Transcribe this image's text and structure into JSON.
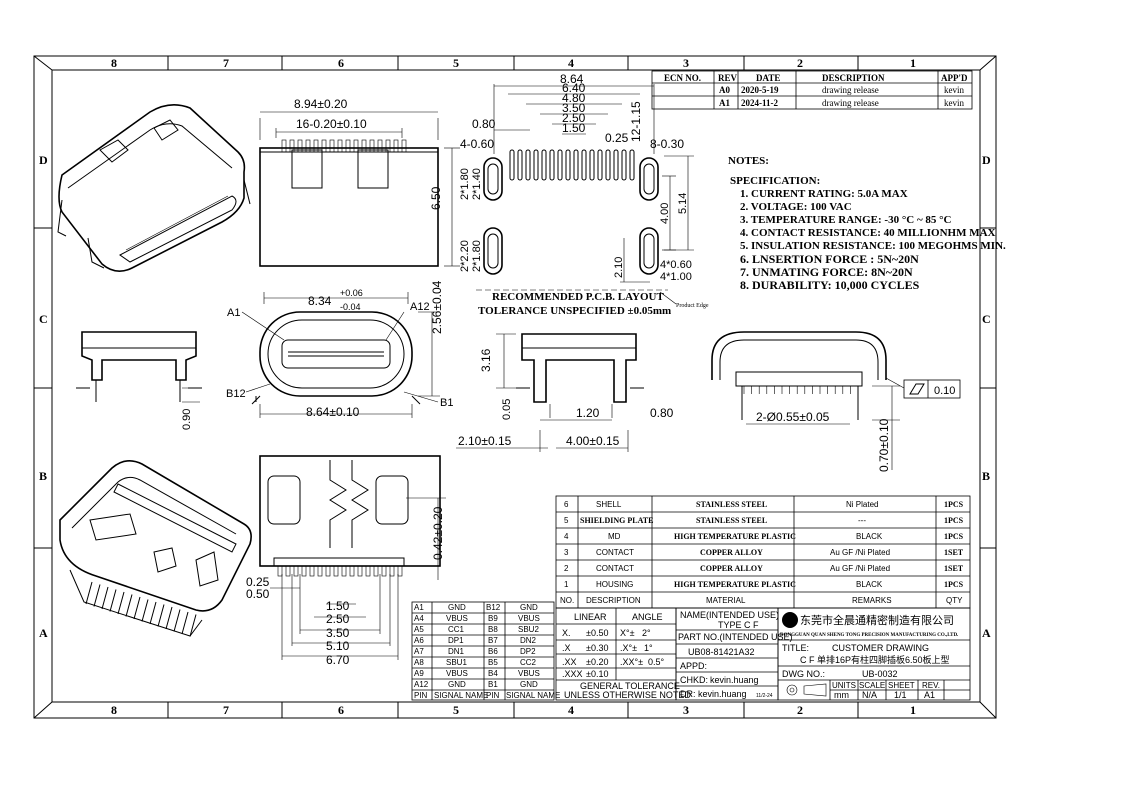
{
  "frame": {
    "columns": [
      "8",
      "7",
      "6",
      "5",
      "4",
      "3",
      "2",
      "1"
    ],
    "rows": [
      "D",
      "C",
      "B",
      "A"
    ]
  },
  "revisions": {
    "headers": [
      "ECN NO.",
      "REV",
      "DATE",
      "DESCRIPTION",
      "APP'D"
    ],
    "rows": [
      {
        "ecn": "",
        "rev": "A0",
        "date": "2020-5-19",
        "desc": "drawing release",
        "app": "kevin"
      },
      {
        "ecn": "",
        "rev": "A1",
        "date": "2024-11-2",
        "desc": "drawing release",
        "app": "kevin"
      }
    ]
  },
  "notes": {
    "title": "NOTES:",
    "subtitle": "SPECIFICATION:",
    "items": [
      "1. CURRENT RATING: 5.0A MAX",
      "2. VOLTAGE: 100 VAC",
      "3. TEMPERATURE RANGE: -30 °C ~ 85 °C",
      "4. CONTACT RESISTANCE: 40 MILLIONHM MAX",
      "5. INSULATION RESISTANCE: 100 MEGOHMS MIN.",
      "6. LNSERTION FORCE : 5N~20N",
      "7. UNMATING FORCE: 8N~20N",
      "8. DURABILITY:    10,000 CYCLES"
    ]
  },
  "pcb": {
    "title": "RECOMMENDED   P.C.B. LAYOUT",
    "tolerance": "TOLERANCE UNSPECIFIED ±0.05mm",
    "edge": "Product Edge",
    "dims": {
      "d864": "8.64",
      "d640": "6.40",
      "d480": "4.80",
      "d350": "3.50",
      "d250": "2.50",
      "d150": "1.50",
      "d080": "0.80",
      "d025": "0.25",
      "d115": "12-1.15",
      "d460": "4-0.60",
      "d830": "8-0.30",
      "d180a": "2*1.80",
      "d140": "2*1.40",
      "d220": "2*2.20",
      "d180b": "2*1.80",
      "d400": "4.00",
      "d514": "5.14",
      "d210": "2.10",
      "d460b": "4*0.60",
      "d4100": "4*1.00"
    }
  },
  "views": {
    "top": {
      "w": "8.94±0.20",
      "w2": "16-0.20±0.10",
      "h": "6.50"
    },
    "front": {
      "w": "8.34",
      "tol_up": "+0.06",
      "tol_dn": "-0.04",
      "bottom": "8.64±0.10",
      "h": "2.56±0.04",
      "a1": "A1",
      "a12": "A12",
      "b12": "B12",
      "b1": "B1"
    },
    "side": {
      "d090": "0.90"
    },
    "lower": {
      "h316": "3.16",
      "d005": "0.05",
      "d120": "1.20",
      "d080": "0.80",
      "d210": "2.10±0.15",
      "d400": "4.00±0.15"
    },
    "shell": {
      "pins": "2-Ø0.55±0.05",
      "h": "0.70±0.10",
      "flat": "0.10"
    },
    "bottomview": {
      "h042": "0.42±0.20",
      "d025": "0.25",
      "d050": "0.50",
      "d150": "1.50",
      "d250": "2.50",
      "d350": "3.50",
      "d510": "5.10",
      "d670": "6.70"
    }
  },
  "pins": {
    "headers": [
      "PIN",
      "SIGNAL NAME",
      "PIN",
      "SIGNAL NAME"
    ],
    "rows": [
      [
        "A1",
        "GND",
        "B12",
        "GND"
      ],
      [
        "A4",
        "VBUS",
        "B9",
        "VBUS"
      ],
      [
        "A5",
        "CC1",
        "B8",
        "SBU2"
      ],
      [
        "A6",
        "DP1",
        "B7",
        "DN2"
      ],
      [
        "A7",
        "DN1",
        "B6",
        "DP2"
      ],
      [
        "A8",
        "SBU1",
        "B5",
        "CC2"
      ],
      [
        "A9",
        "VBUS",
        "B4",
        "VBUS"
      ],
      [
        "A12",
        "GND",
        "B1",
        "GND"
      ]
    ]
  },
  "tolerance": {
    "headers": [
      "LINEAR",
      "ANGLE"
    ],
    "rows": [
      [
        "X.",
        "±0.50",
        "X°±",
        "2°"
      ],
      [
        ".X",
        "±0.30",
        ".X°±",
        "1°"
      ],
      [
        ".XX",
        "±0.20",
        ".XX°±",
        "0.5°"
      ],
      [
        ".XXX",
        "±0.10",
        "",
        ""
      ]
    ],
    "footer1": "GENERAL TOLERANCE",
    "footer2": "UNLESS OTHERWISE NOTED"
  },
  "bom": {
    "headers": [
      "NO.",
      "DESCRIPTION",
      "MATERIAL",
      "REMARKS",
      "QTY"
    ],
    "rows": [
      [
        "6",
        "SHELL",
        "STAINLESS STEEL",
        "Ni Plated",
        "1PCS"
      ],
      [
        "5",
        "SHIELDING PLATE",
        "STAINLESS STEEL",
        "---",
        "1PCS"
      ],
      [
        "4",
        "MD",
        "HIGH TEMPERATURE PLASTIC",
        "BLACK",
        "1PCS"
      ],
      [
        "3",
        "CONTACT",
        "COPPER ALLOY",
        "Au GF /Ni Plated",
        "1SET"
      ],
      [
        "2",
        "CONTACT",
        "COPPER ALLOY",
        "Au GF /Ni Plated",
        "1SET"
      ],
      [
        "1",
        "HOUSING",
        "HIGH TEMPERATURE PLASTIC",
        "BLACK",
        "1PCS"
      ]
    ]
  },
  "titleblock": {
    "name_label": "NAME(INTENDED USE)",
    "name_value": "TYPE C F",
    "part_label": "PART NO.(INTENDED USE)",
    "part_value": "UB08-81421A32",
    "appd": "APPD:",
    "chkd": "CHKD:",
    "chkd_value": "kevin.huang",
    "dr": "DR:",
    "dr_value": "kevin.huang",
    "dr_date": "11/2-24",
    "company_cn": "东莞市全晨通精密制造有限公司",
    "company_en": "DONGGUAN QUAN SHENG TONG PRECISION  MANUFACTURING CO.,LTD.",
    "title_label": "TITLE:",
    "title_value": "CUSTOMER DRAWING",
    "title_cn": "C F  单排16P有柱四脚插板6.50板上型",
    "dwg_label": "DWG NO.:",
    "dwg_value": "UB-0032",
    "units_label": "UNITS",
    "units_value": "mm",
    "scale_label": "SCALE",
    "scale_value": "N/A",
    "sheet_label": "SHEET",
    "sheet_value": "1/1",
    "rev_label": "REV.",
    "rev_value": "A1"
  }
}
